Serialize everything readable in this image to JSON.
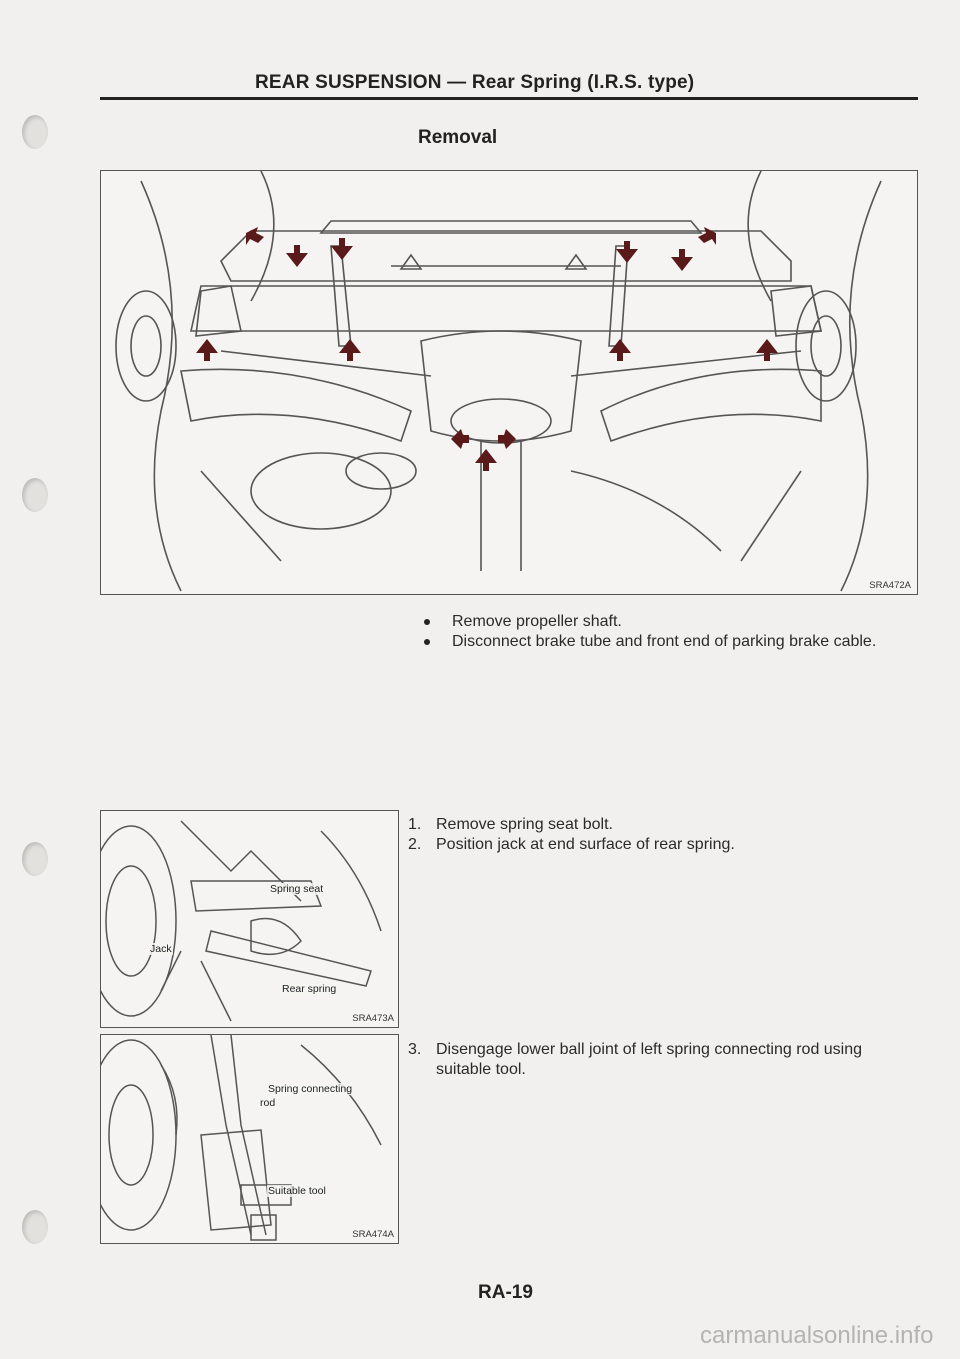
{
  "header": {
    "title": "REAR SUSPENSION — Rear Spring (I.R.S. type)"
  },
  "section": {
    "title": "Removal"
  },
  "figures": {
    "main": {
      "code": "SRA472A",
      "arrow-icon": "bolt-location-arrow"
    },
    "spring_seat": {
      "code": "SRA473A",
      "labels": {
        "spring_seat": "Spring seat",
        "jack": "Jack",
        "rear_spring": "Rear spring"
      }
    },
    "connecting_rod": {
      "code": "SRA474A",
      "labels": {
        "connecting_rod_line1": "Spring connecting",
        "connecting_rod_line2": "rod",
        "suitable_tool": "Suitable tool"
      }
    }
  },
  "bullets": [
    "Remove propeller shaft.",
    "Disconnect brake tube and front end of parking brake cable."
  ],
  "steps": [
    {
      "num": "1.",
      "text": "Remove spring seat bolt."
    },
    {
      "num": "2.",
      "text": "Position jack at end surface of rear spring."
    },
    {
      "num": "3.",
      "text": "Disengage lower ball joint of left spring connecting rod using suitable tool."
    }
  ],
  "footer": {
    "page_number": "RA-19",
    "watermark": "carmanualsonline.info"
  },
  "colors": {
    "arrow": "#5a1a1a",
    "line": "#555555",
    "ink": "#222222"
  }
}
